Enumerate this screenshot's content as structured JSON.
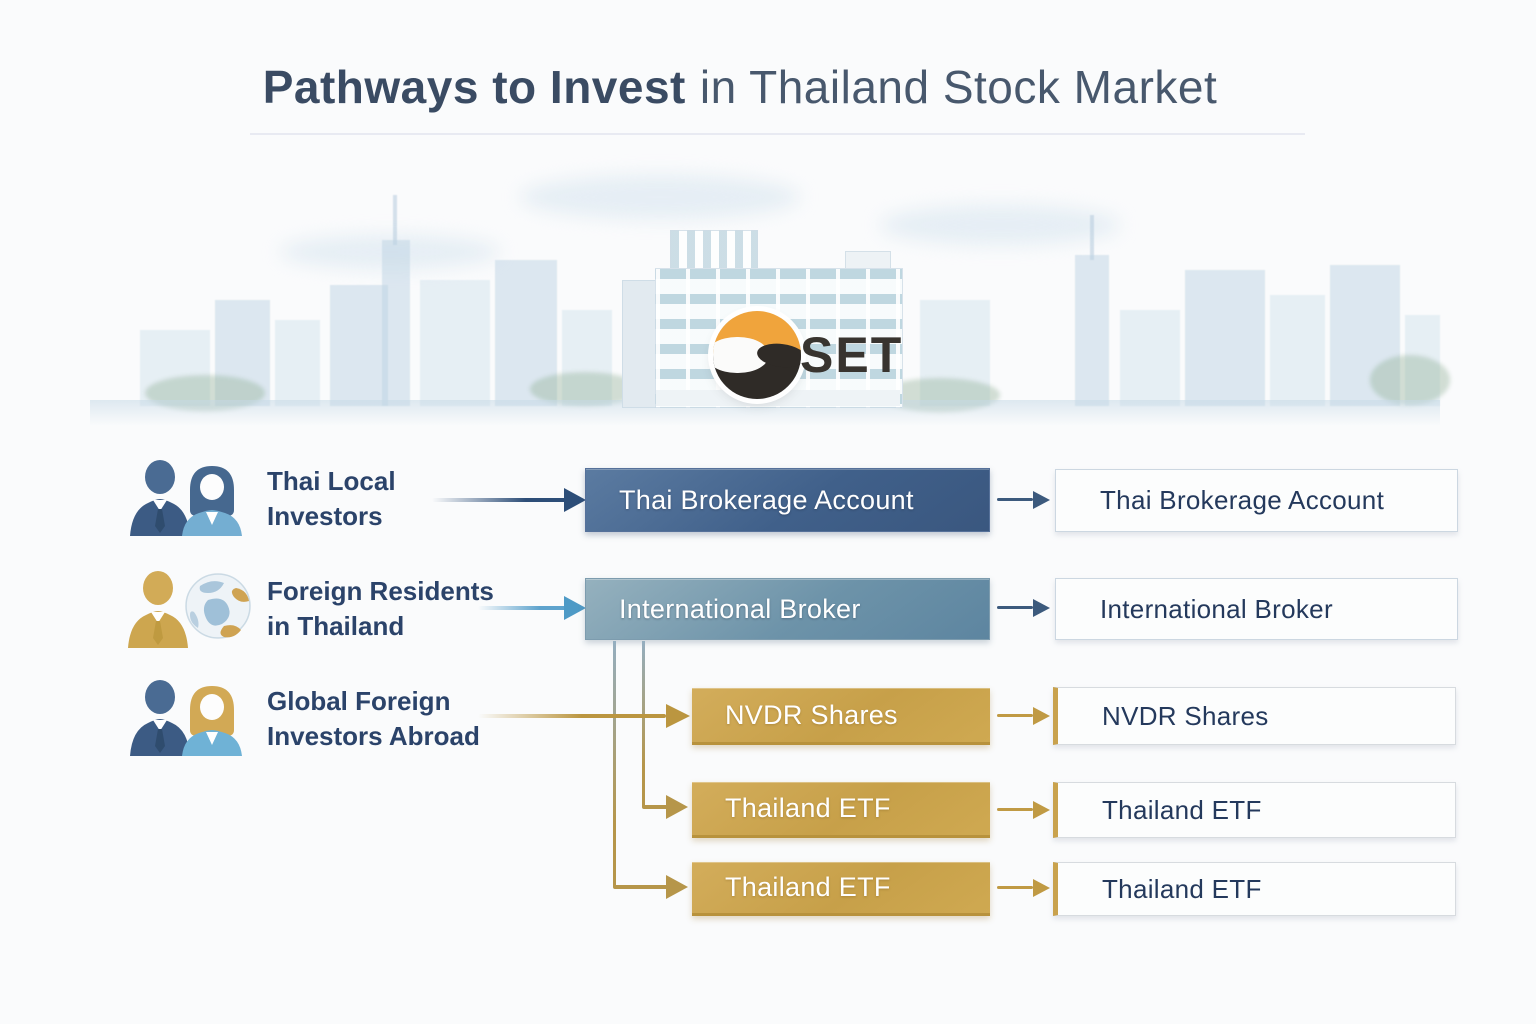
{
  "title": {
    "highlight": "Pathways to Invest",
    "rest": "in Thailand Stock Market"
  },
  "hero": {
    "logo_text": "SET",
    "logo_colors": {
      "top": "#f0a43c",
      "bottom": "#2f2b27",
      "wave": "#fbfbfa"
    }
  },
  "investors": [
    {
      "line1": "Thai Local",
      "line2": "Investors"
    },
    {
      "line1": "Foreign Residents",
      "line2": "in Thailand"
    },
    {
      "line1": "Global Foreign",
      "line2": "Investors Abroad"
    }
  ],
  "pathways": [
    {
      "label": "Thai Brokerage Account",
      "color": "#40608a"
    },
    {
      "label": "International Broker",
      "color": "#6d93a9"
    },
    {
      "label": "NVDR Shares",
      "color": "#c7a049"
    },
    {
      "label": "Thailand ETF",
      "color": "#c7a049"
    },
    {
      "label": "Thailand ETF",
      "color": "#c7a049"
    }
  ],
  "destinations": [
    {
      "label": "Thai Brokerage Account"
    },
    {
      "label": "International Broker"
    },
    {
      "label": "NVDR Shares"
    },
    {
      "label": "Thailand ETF"
    },
    {
      "label": "Thailand ETF"
    }
  ],
  "icons": {
    "row1": [
      "male-investor-icon",
      "female-investor-icon"
    ],
    "row2": [
      "male-investor-icon",
      "globe-icon"
    ],
    "row3": [
      "male-investor-icon",
      "female-investor-icon"
    ]
  },
  "colors": {
    "navy_arrow": "#2d4e78",
    "light_blue_arrow": "#4e9ac6",
    "gold_arrow": "#bb9640",
    "navy_text": "#2b436a",
    "title_text": "#3a4b63",
    "gold_box": "#c7a049",
    "navy_box": "#40608a",
    "steel_box": "#6d93a9",
    "background": "#fafbfc"
  }
}
